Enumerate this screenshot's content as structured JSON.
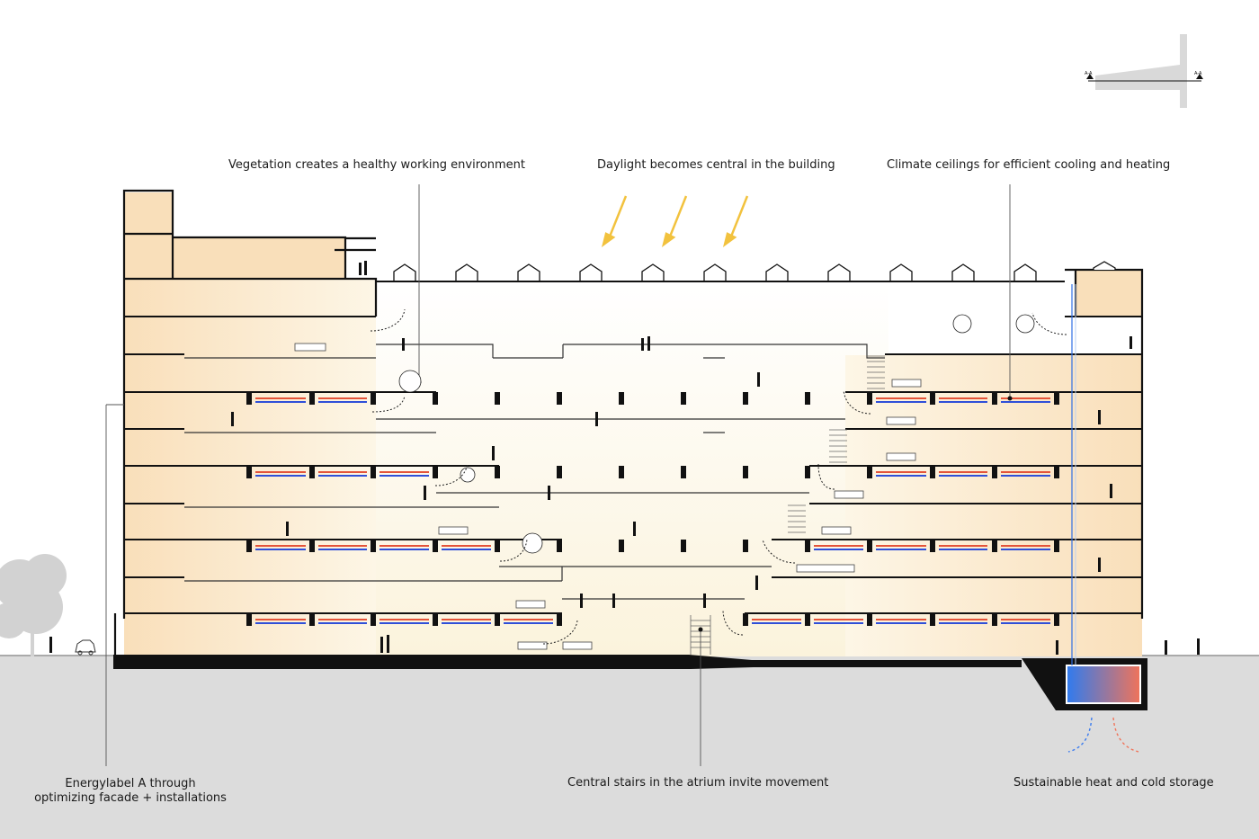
{
  "labels": {
    "vegetation": "Vegetation creates a healthy working environment",
    "daylight": "Daylight becomes central in the building",
    "climate": "Climate ceilings for efficient cooling and heating",
    "energy": "Energylabel A through\noptimizing facade + installations",
    "stairs": "Central stairs in the atrium invite movement",
    "storage": "Sustainable heat and cold storage"
  },
  "keyplan": {
    "section_mark_left": "A-A",
    "section_mark_right": "A-A"
  },
  "colors": {
    "warm_fill": "#fbe8cc",
    "light_fill": "#fdf7e6",
    "atrium_fill": "#fdfbf2",
    "ground": "#dcdcdc",
    "daylight_arrow": "#f2c23e",
    "cooling": "#2f6fe4",
    "heating": "#e4543a",
    "outline": "#111111"
  },
  "icons": [
    "sun-arrow-icon",
    "person-icon",
    "tree-icon",
    "planter-icon",
    "car-icon",
    "airflow-arrow-icon",
    "skylight-icon"
  ]
}
